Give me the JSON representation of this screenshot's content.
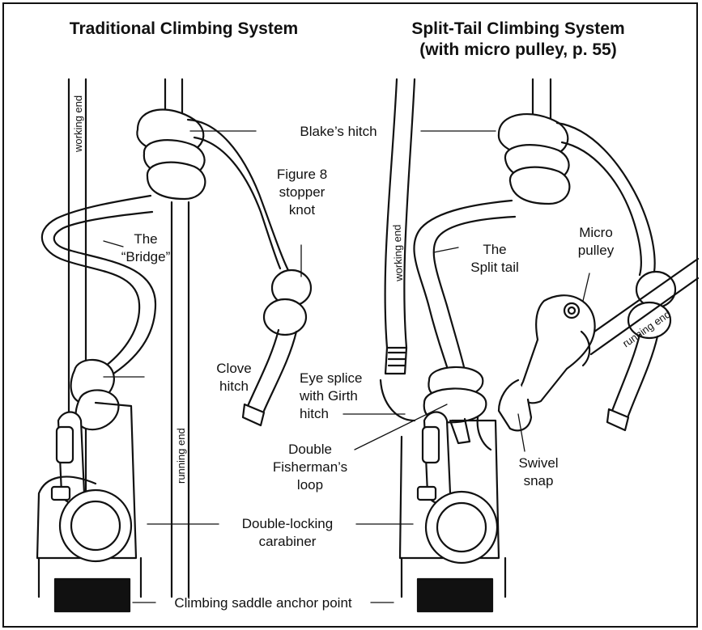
{
  "titles": {
    "left": "Traditional Climbing System",
    "right_line1": "Split-Tail Climbing System",
    "right_line2": "(with micro pulley, p. 55)"
  },
  "labels": {
    "blakes_hitch": "Blake’s hitch",
    "figure8_1": "Figure 8",
    "figure8_2": "stopper",
    "figure8_3": "knot",
    "bridge_1": "The",
    "bridge_2": "“Bridge”",
    "split_tail_1": "The",
    "split_tail_2": "Split tail",
    "micro_pulley_1": "Micro",
    "micro_pulley_2": "pulley",
    "clove_1": "Clove",
    "clove_2": "hitch",
    "eye_splice_1": "Eye splice",
    "eye_splice_2": "with Girth",
    "eye_splice_3": "hitch",
    "double_fisherman_1": "Double",
    "double_fisherman_2": "Fisherman’s",
    "double_fisherman_3": "loop",
    "swivel_1": "Swivel",
    "swivel_2": "snap",
    "carabiner_1": "Double-locking",
    "carabiner_2": "carabiner",
    "saddle": "Climbing saddle anchor point"
  },
  "rope_labels": {
    "working_end_left": "working end",
    "running_end_left": "running end",
    "working_end_right": "working end",
    "running_end_right": "running end"
  }
}
